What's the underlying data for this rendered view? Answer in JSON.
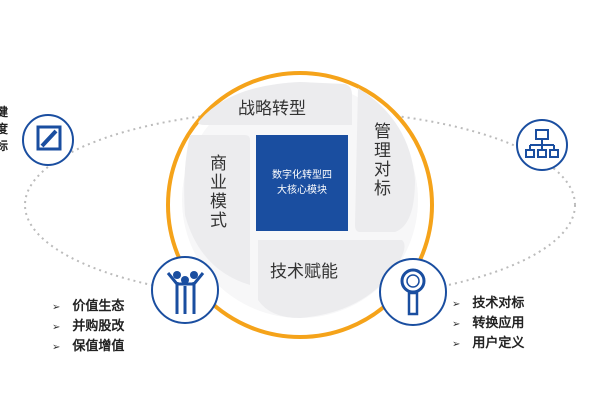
{
  "center": {
    "line1": "数字化转型四",
    "line2": "大核心模块"
  },
  "segments": {
    "top": "战略转型",
    "right": "管理对标",
    "left": "商业模式",
    "bottom": "技术赋能"
  },
  "left_edge": [
    "健",
    "度",
    "标"
  ],
  "left_list": [
    "价值生态",
    "并购股改",
    "保值增值"
  ],
  "right_list": [
    "技术对标",
    "转换应用",
    "用户定义"
  ],
  "bullet": "➢",
  "colors": {
    "ring": "#f5a31a",
    "blue": "#1a4ea0",
    "segment": "#ececee"
  },
  "icons": [
    "edit-icon",
    "org-chart-icon",
    "people-icon",
    "magnifier-icon"
  ]
}
